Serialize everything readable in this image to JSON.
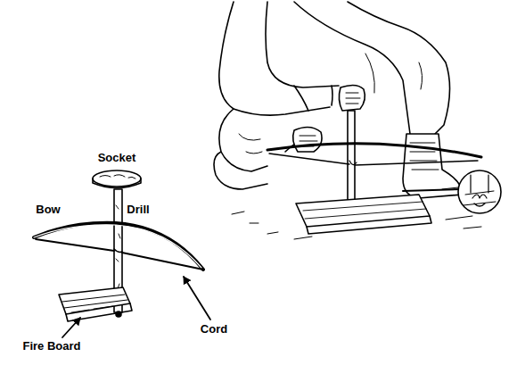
{
  "diagram": {
    "labels": [
      "Socket",
      "Bow",
      "Drill",
      "Fire Board",
      "Cord"
    ]
  }
}
